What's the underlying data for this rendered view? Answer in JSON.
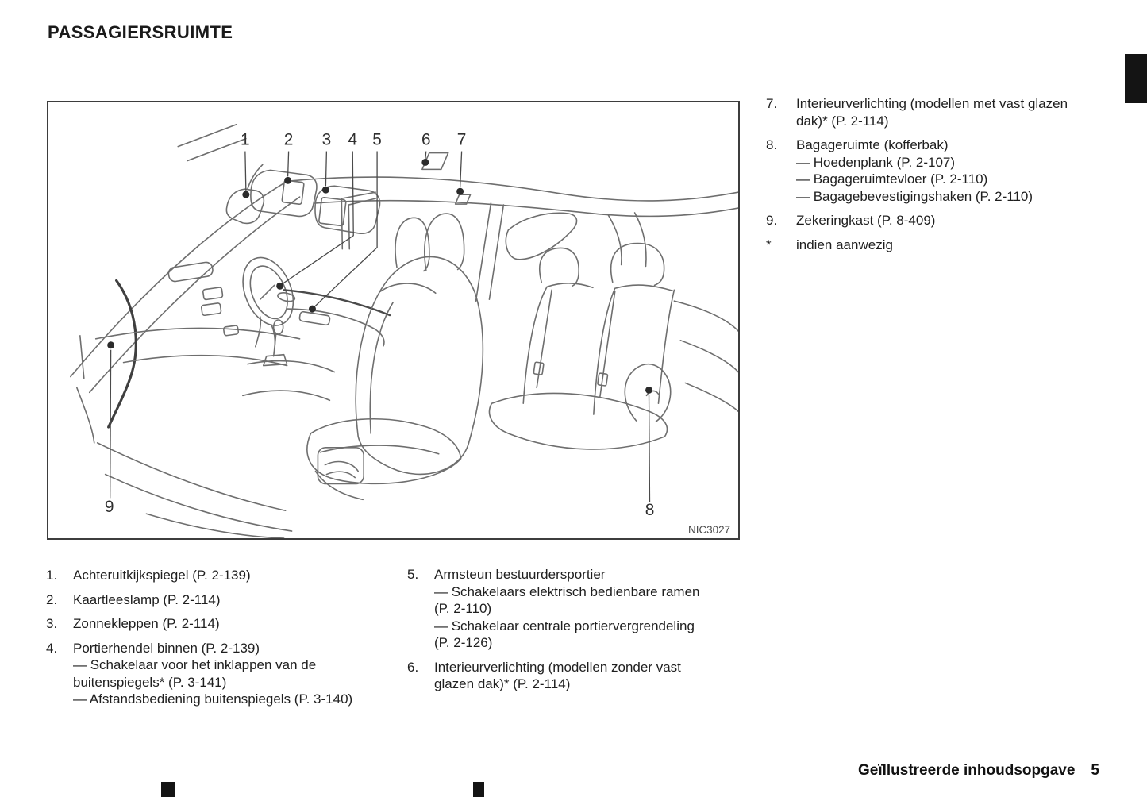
{
  "page": {
    "title": "PASSAGIERSRUIMTE",
    "footer_section": "Geïllustreerde inhoudsopgave",
    "footer_page_number": "5"
  },
  "diagram": {
    "figure_code": "NIC3027",
    "callouts": [
      "1",
      "2",
      "3",
      "4",
      "5",
      "6",
      "7",
      "8",
      "9"
    ]
  },
  "lists": {
    "right": [
      {
        "num": "7.",
        "lines": [
          "Interieurverlichting (modellen met vast glazen",
          "dak)* (P. 2-114)"
        ]
      },
      {
        "num": "8.",
        "lines": [
          "Bagageruimte (kofferbak)",
          "— Hoedenplank (P. 2-107)",
          "— Bagageruimtevloer (P. 2-110)",
          "— Bagagebevestigingshaken (P. 2-110)"
        ]
      },
      {
        "num": "9.",
        "lines": [
          "Zekeringkast (P. 8-409)"
        ]
      },
      {
        "num": "*",
        "lines": [
          "indien aanwezig"
        ]
      }
    ],
    "bottom_left": [
      {
        "num": "1.",
        "lines": [
          "Achteruitkijkspiegel (P. 2-139)"
        ]
      },
      {
        "num": "2.",
        "lines": [
          "Kaartleeslamp (P. 2-114)"
        ]
      },
      {
        "num": "3.",
        "lines": [
          "Zonnekleppen (P. 2-114)"
        ]
      },
      {
        "num": "4.",
        "lines": [
          "Portierhendel binnen (P. 2-139)",
          "— Schakelaar voor het inklappen van de",
          "buitenspiegels* (P. 3-141)",
          "— Afstandsbediening buitenspiegels (P. 3-140)"
        ]
      }
    ],
    "bottom_middle": [
      {
        "num": "5.",
        "lines": [
          "Armsteun bestuurdersportier",
          "— Schakelaars elektrisch bedienbare ramen",
          "(P. 2-110)",
          "— Schakelaar centrale portiervergrendeling",
          "(P. 2-126)"
        ]
      },
      {
        "num": "6.",
        "lines": [
          "Interieurverlichting (modellen zonder vast",
          "glazen dak)* (P. 2-114)"
        ]
      }
    ]
  },
  "colors": {
    "ink": "#1f1f1f",
    "line_art": "#6e6e6e",
    "frame_border": "#3d3d3d",
    "tab_black": "#141414"
  }
}
